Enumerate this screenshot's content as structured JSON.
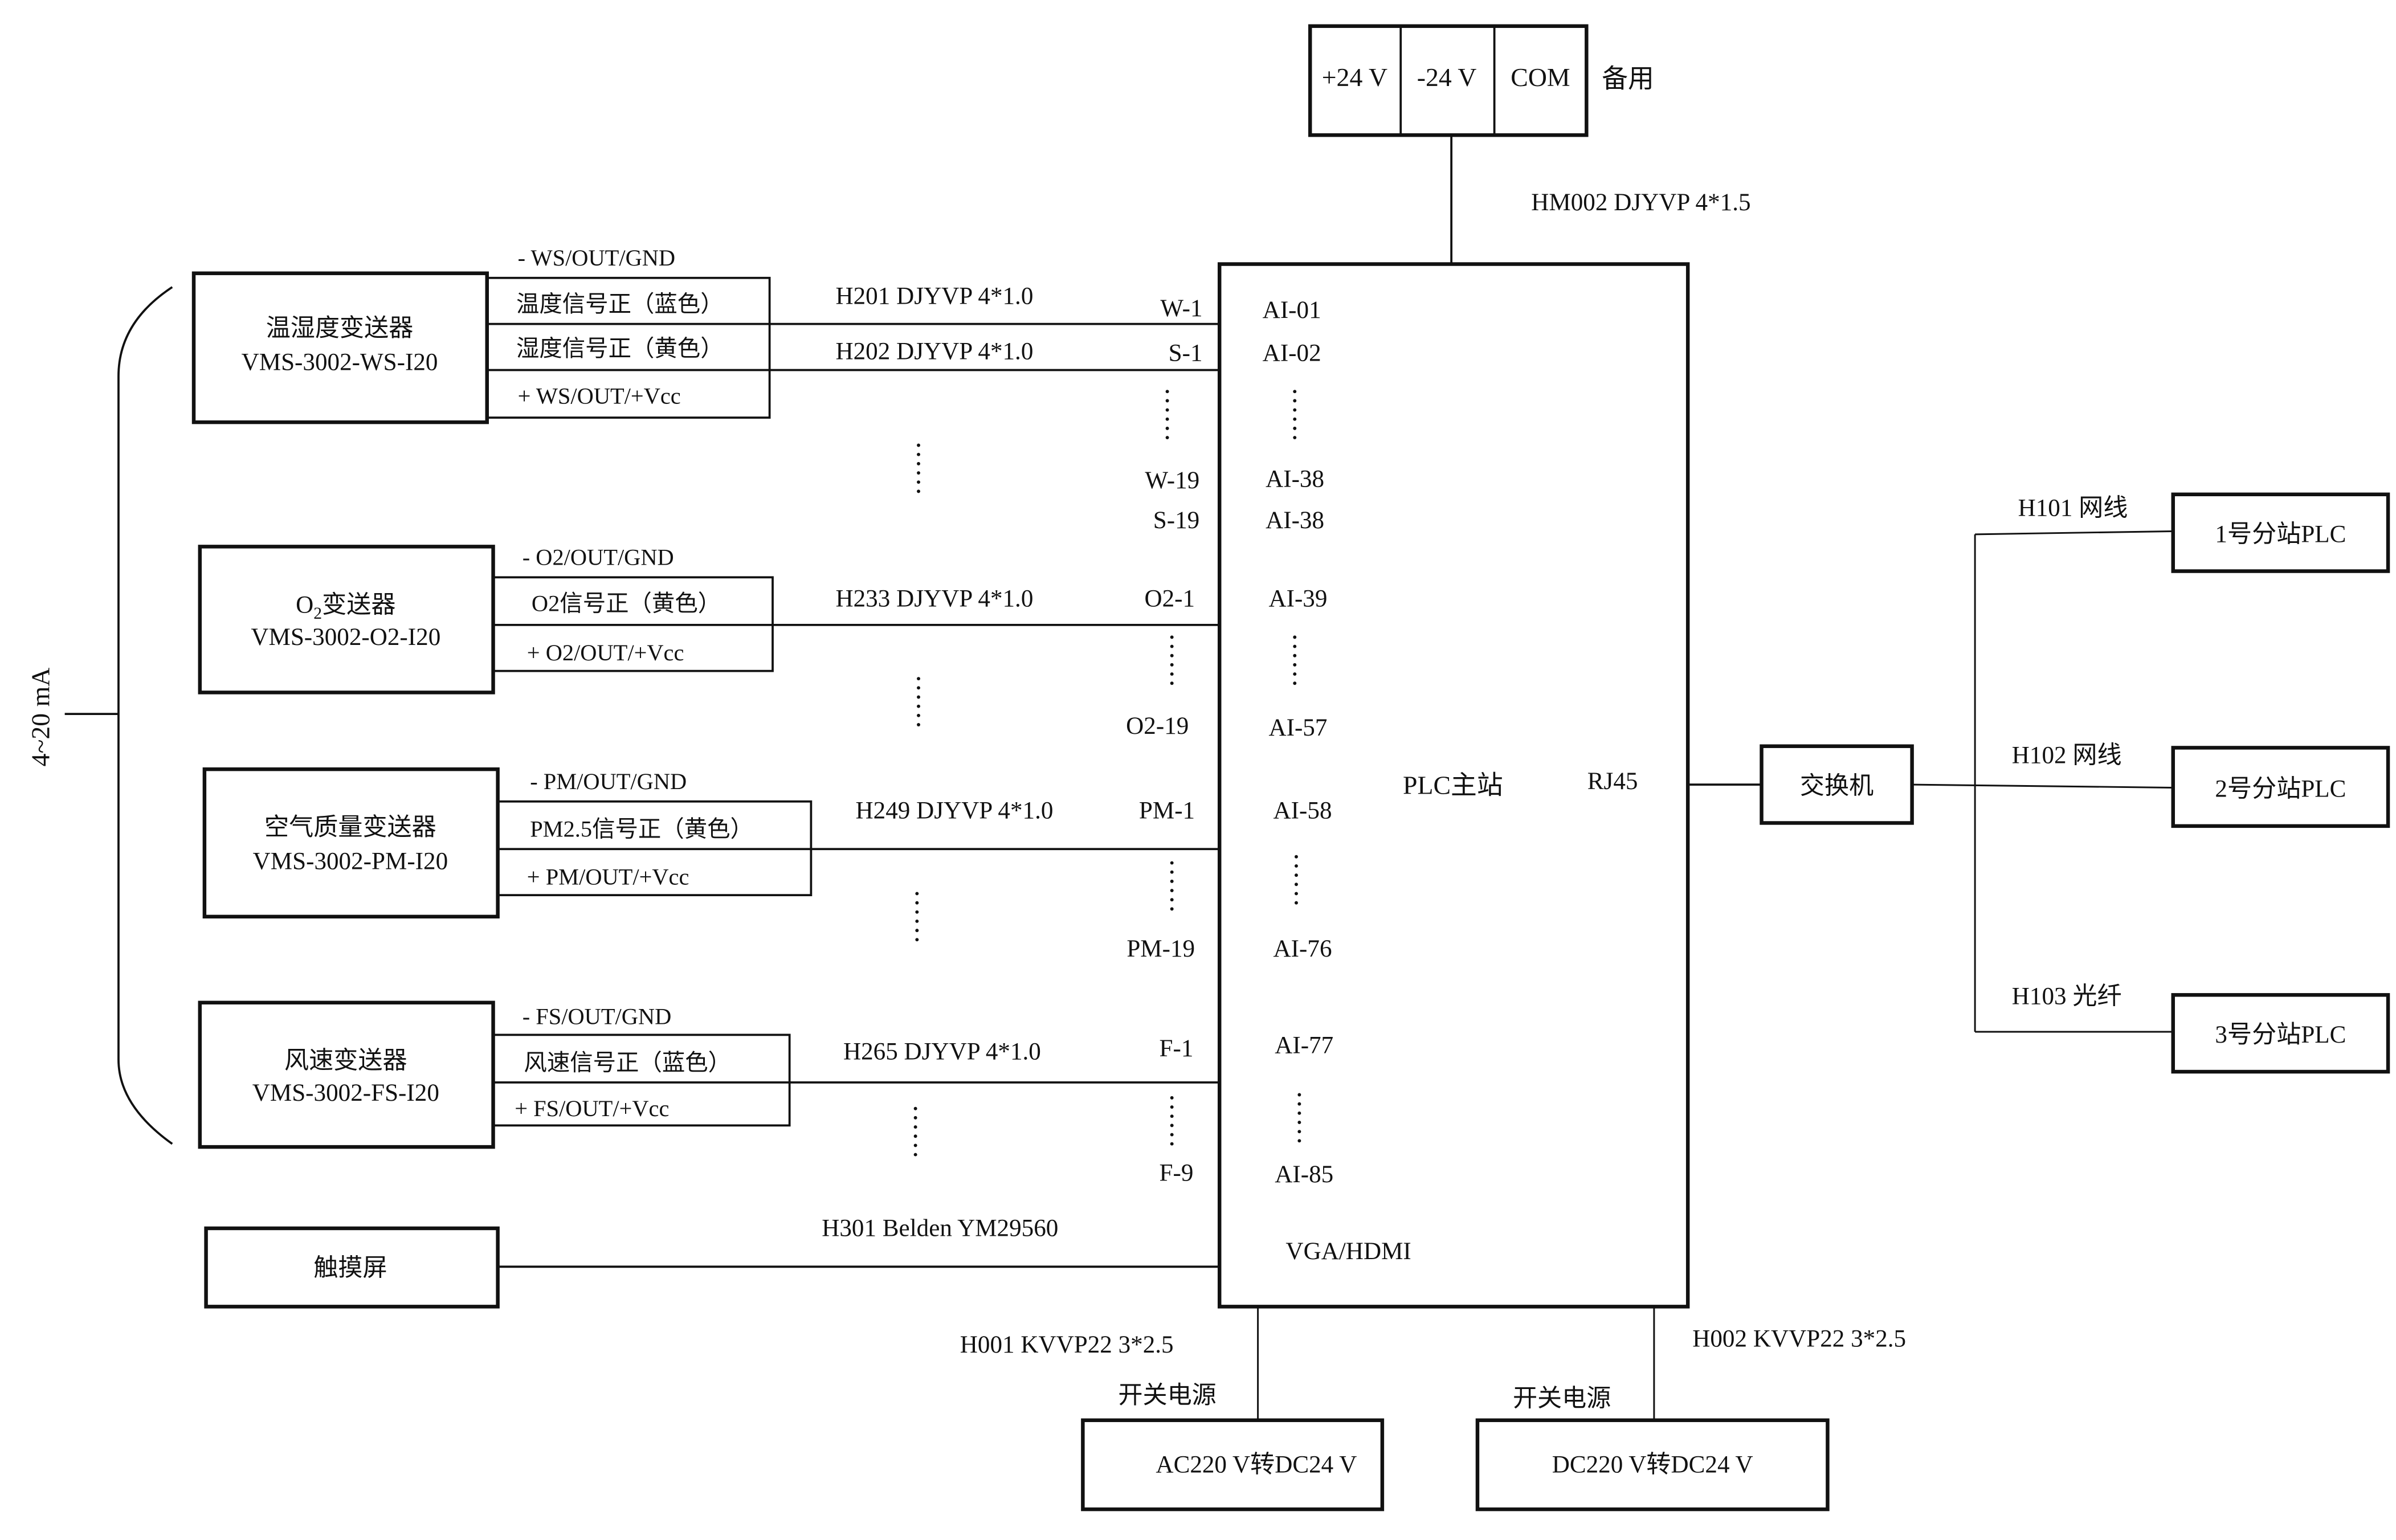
{
  "power_terminal": {
    "cells": [
      "+24 V",
      "-24 V",
      "COM"
    ],
    "note": "备用",
    "cable": "HM002  DJYVP 4*1.5"
  },
  "plc_master": {
    "label": "PLC主站",
    "rj45": "RJ45",
    "vga": "VGA/HDMI"
  },
  "bracket_label": "4~20 mA",
  "transmitters": [
    {
      "name": "温湿度变送器",
      "model": "VMS-3002-WS-I20",
      "gnd": "- WS/OUT/GND",
      "signals": [
        "温度信号正（蓝色）",
        "湿度信号正（黄色）"
      ],
      "vcc": "+ WS/OUT/+Vcc",
      "cables": [
        "H201 DJYVP 4*1.0",
        "H202 DJYVP 4*1.0"
      ],
      "terminals_start": [
        "W-1",
        "S-1"
      ],
      "terminals_end": [
        "W-19",
        "S-19"
      ],
      "ai_start": [
        "AI-01",
        "AI-02"
      ],
      "ai_end": [
        "AI-38",
        "AI-38"
      ]
    },
    {
      "name_main": "O",
      "name_sub": "2",
      "name_rest": "变送器",
      "model": "VMS-3002-O2-I20",
      "gnd": "- O2/OUT/GND",
      "signals": [
        "O2信号正（黄色）"
      ],
      "vcc": "+ O2/OUT/+Vcc",
      "cables": [
        "H233 DJYVP 4*1.0"
      ],
      "terminals_start": [
        "O2-1"
      ],
      "terminals_end": [
        "O2-19"
      ],
      "ai_start": [
        "AI-39"
      ],
      "ai_end": [
        "AI-57"
      ]
    },
    {
      "name": "空气质量变送器",
      "model": "VMS-3002-PM-I20",
      "gnd": "- PM/OUT/GND",
      "signals": [
        "PM2.5信号正（黄色）"
      ],
      "vcc": "+ PM/OUT/+Vcc",
      "cables": [
        "H249 DJYVP 4*1.0"
      ],
      "terminals_start": [
        "PM-1"
      ],
      "terminals_end": [
        "PM-19"
      ],
      "ai_start": [
        "AI-58"
      ],
      "ai_end": [
        "AI-76"
      ]
    },
    {
      "name": "风速变送器",
      "model": "VMS-3002-FS-I20",
      "gnd": "- FS/OUT/GND",
      "signals": [
        "风速信号正（蓝色）"
      ],
      "vcc": "+ FS/OUT/+Vcc",
      "cables": [
        "H265 DJYVP 4*1.0"
      ],
      "terminals_start": [
        "F-1"
      ],
      "terminals_end": [
        "F-9"
      ],
      "ai_start": [
        "AI-77"
      ],
      "ai_end": [
        "AI-85"
      ]
    }
  ],
  "touchscreen": {
    "label": "触摸屏",
    "cable": "H301 Belden YM29560"
  },
  "network": {
    "switch": "交换机",
    "links": [
      {
        "cable": "H101  网线",
        "station": "1号分站PLC"
      },
      {
        "cable": "H102  网线",
        "station": "2号分站PLC"
      },
      {
        "cable": "H103  光纤",
        "station": "3号分站PLC"
      }
    ]
  },
  "power_supplies": [
    {
      "cable": "H001 KVVP22 3*2.5",
      "type": "开关电源",
      "label": "AC220 V转DC24 V"
    },
    {
      "cable": "H002 KVVP22 3*2.5",
      "type": "开关电源",
      "label": "DC220 V转DC24 V"
    }
  ]
}
